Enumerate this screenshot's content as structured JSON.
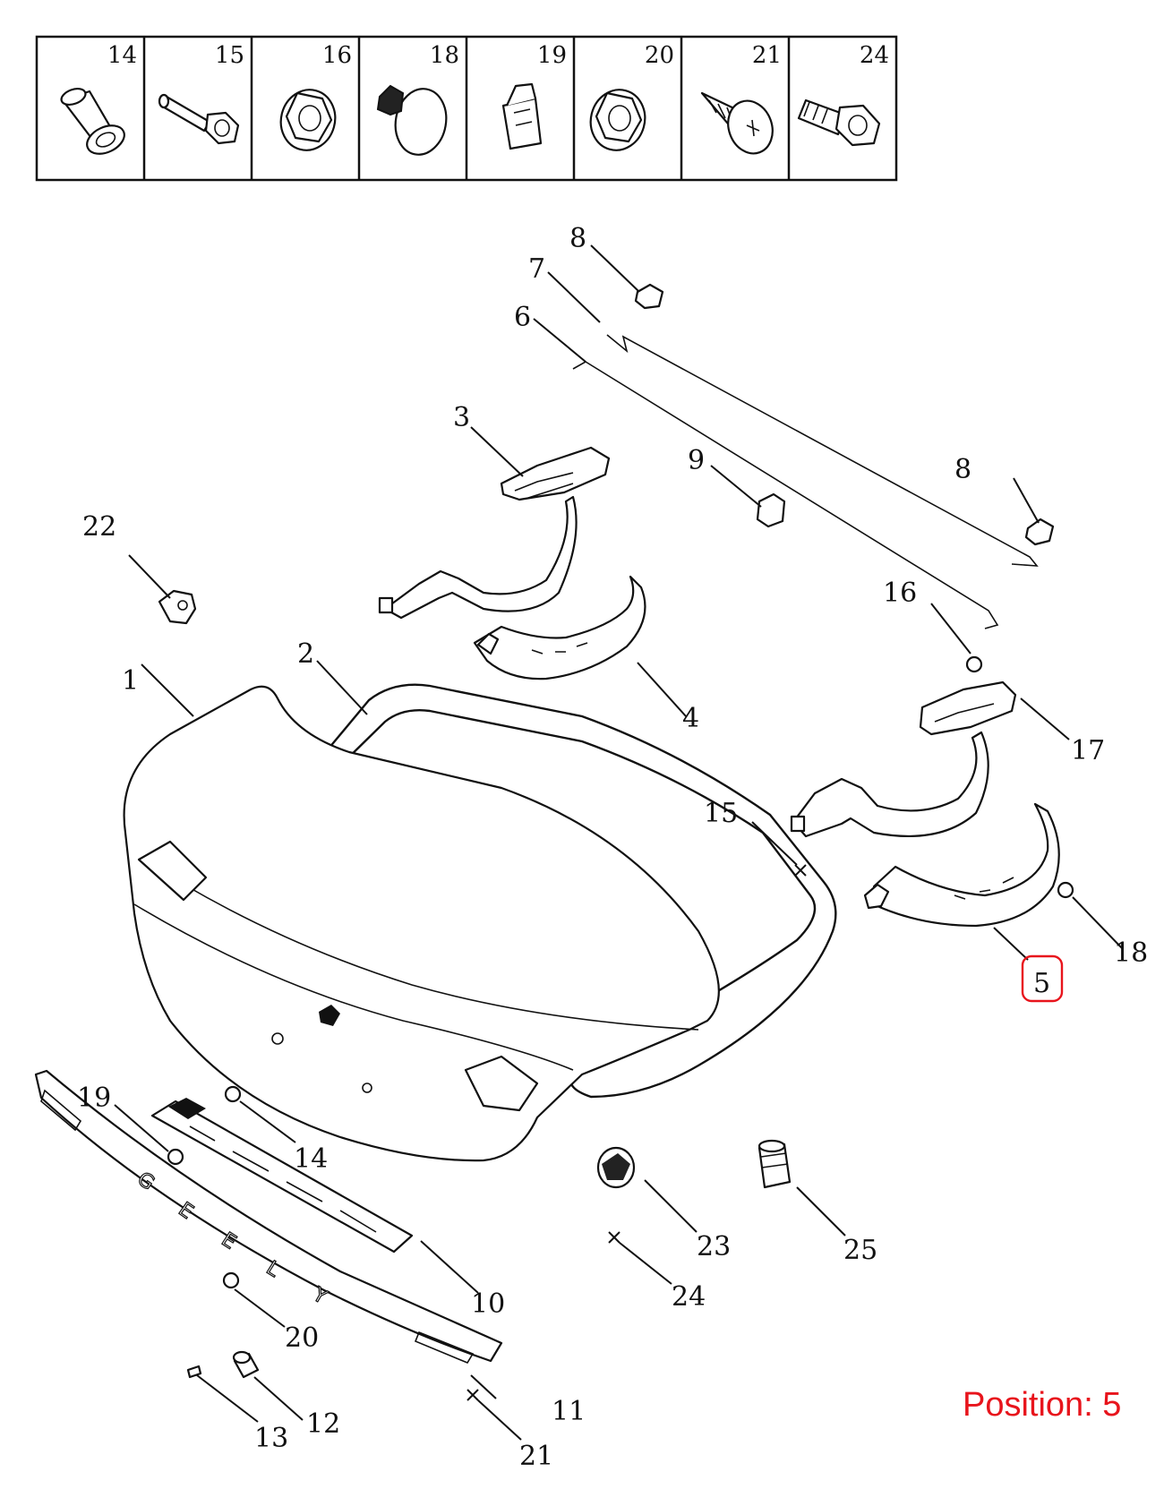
{
  "fastener_legend": [
    "14",
    "15",
    "16",
    "18",
    "19",
    "20",
    "21",
    "24"
  ],
  "callouts": {
    "c1": "1",
    "c2": "2",
    "c3": "3",
    "c4": "4",
    "c5": "5",
    "c6": "6",
    "c7": "7",
    "c8a": "8",
    "c8b": "8",
    "c9": "9",
    "c10": "10",
    "c11": "11",
    "c12": "12",
    "c13": "13",
    "c14": "14",
    "c15": "15",
    "c16": "16",
    "c17": "17",
    "c18": "18",
    "c19": "19",
    "c20": "20",
    "c21": "21",
    "c22": "22",
    "c23": "23",
    "c24": "24",
    "c25": "25"
  },
  "badge_letters": [
    "G",
    "E",
    "E",
    "L",
    "Y"
  ],
  "highlight": {
    "position_text": "Position: 5",
    "color": "#e8141c"
  }
}
